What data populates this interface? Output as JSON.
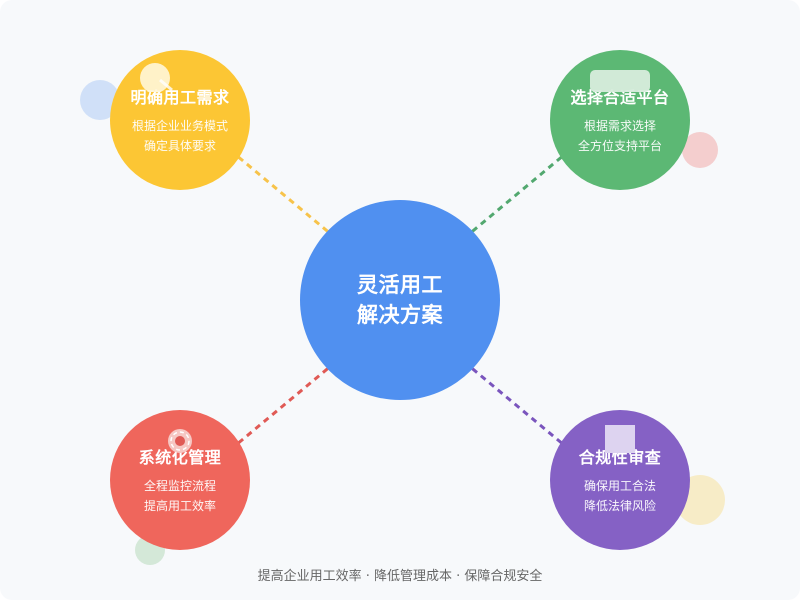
{
  "center": {
    "line1": "灵活用工",
    "line2": "解决方案",
    "color": "#5090f0"
  },
  "nodes": [
    {
      "title": "明确用工需求",
      "desc1": "根据企业业务模式",
      "desc2": "确定具体要求",
      "color": "#fcc634",
      "link_color": "#f7c34a"
    },
    {
      "title": "选择合适平台",
      "desc1": "根据需求选择",
      "desc2": "全方位支持平台",
      "color": "#5cb874",
      "link_color": "#52a86f"
    },
    {
      "title": "系统化管理",
      "desc1": "全程监控流程",
      "desc2": "提高用工效率",
      "color": "#ef665c",
      "link_color": "#e05a55"
    },
    {
      "title": "合规性审查",
      "desc1": "确保用工合法",
      "desc2": "降低法律风险",
      "color": "#8561c5",
      "link_color": "#7a55bd"
    }
  ],
  "footer": "提高企业用工效率 · 降低管理成本 · 保障合规安全"
}
